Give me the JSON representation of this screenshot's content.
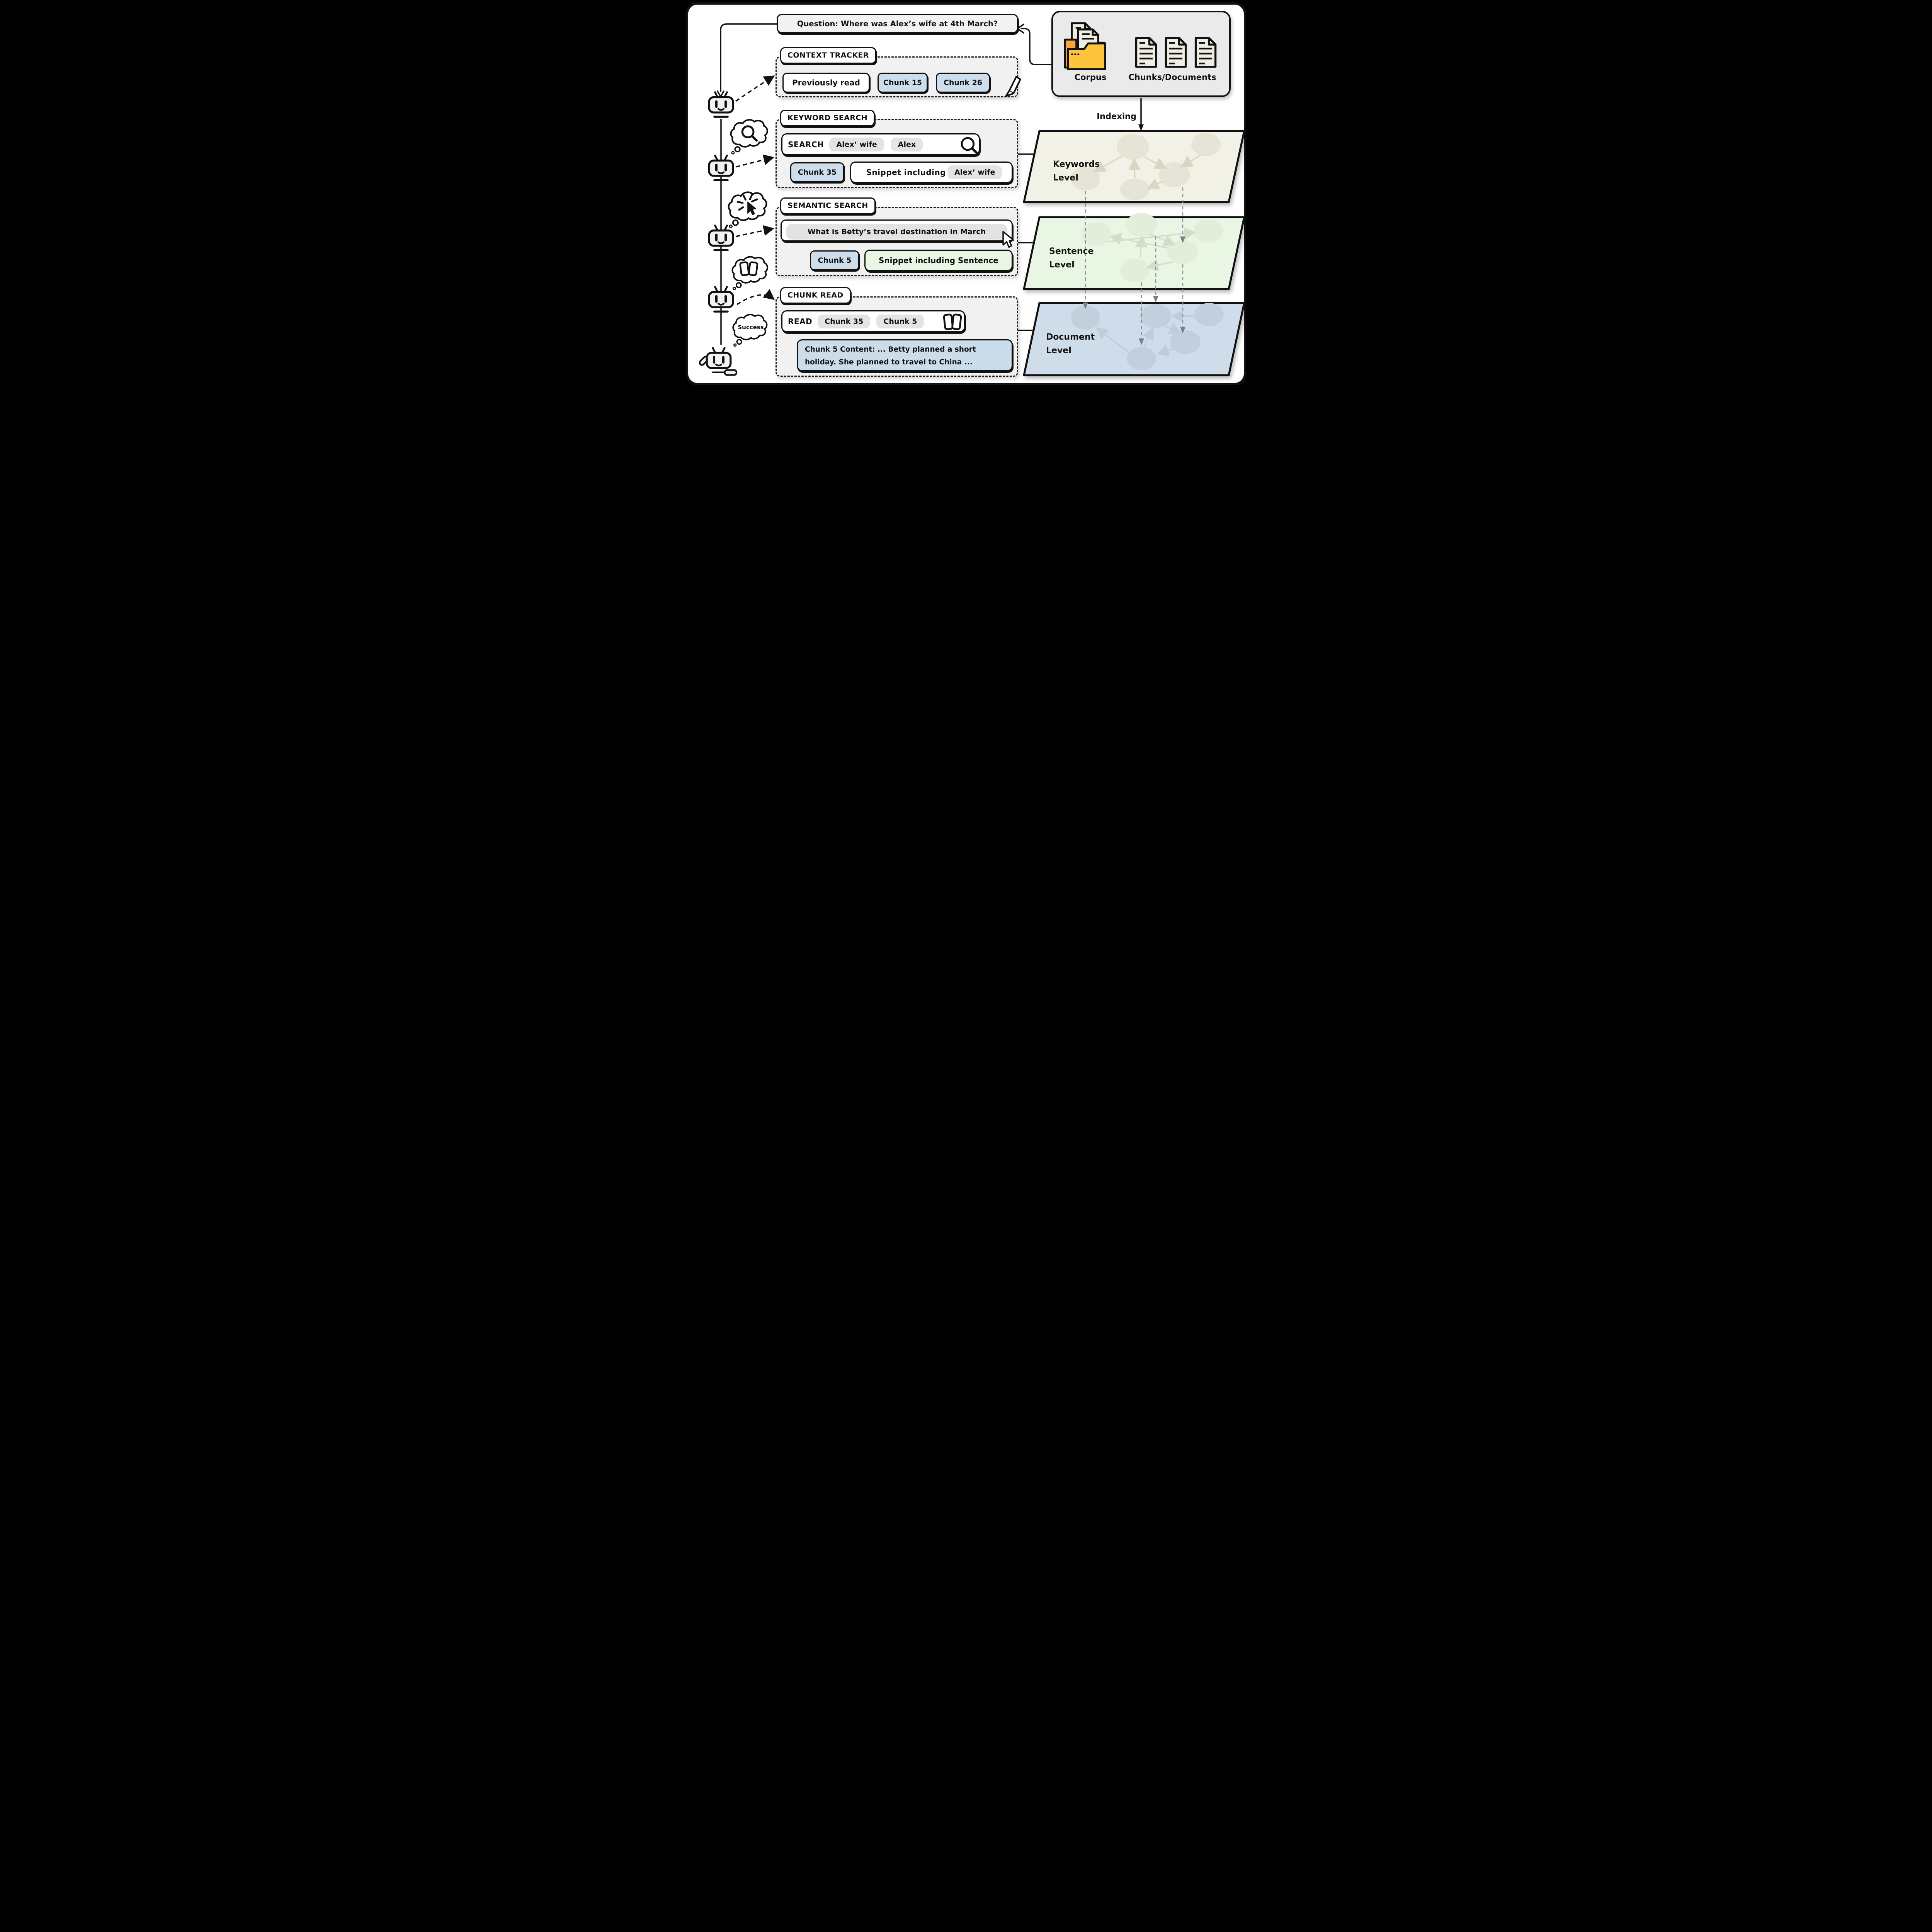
{
  "question": {
    "text": "Question: Where was Alex’s wife at 4th March?"
  },
  "corpus_panel": {
    "corpus_label": "Corpus",
    "documents_label": "Chunks/Documents"
  },
  "indexing": {
    "label": "Indexing"
  },
  "sections": {
    "context_tracker": {
      "title": "CONTEXT TRACKER",
      "previously_read_label": "Previously read",
      "chunks": [
        "Chunk 15",
        "Chunk 26"
      ]
    },
    "keyword_search": {
      "title": "KEYWORD SEARCH",
      "action_label": "SEARCH",
      "queries": [
        "Alex’ wife",
        "Alex"
      ],
      "result_chunk": "Chunk 35",
      "snippet_prefix": "Snippet including",
      "snippet_keyword": "Alex’ wife"
    },
    "semantic_search": {
      "title": "SEMANTIC SEARCH",
      "query": "What is Betty’s travel destination in March",
      "result_chunk": "Chunk 5",
      "snippet_label": "Snippet including Sentence"
    },
    "chunk_read": {
      "title": "CHUNK READ",
      "action_label": "READ",
      "read_chunks": [
        "Chunk 35",
        "Chunk 5"
      ],
      "content_line1": "Chunk 5 Content:  ... Betty planned a short",
      "content_line2": "holiday. She planned to travel to China ..."
    }
  },
  "levels": {
    "keywords": {
      "line1": "Keywords",
      "line2": "Level"
    },
    "sentence": {
      "line1": "Sentence",
      "line2": "Level"
    },
    "document": {
      "line1": "Document",
      "line2": "Level"
    }
  },
  "agent": {
    "success_label": "Success"
  },
  "colors": {
    "chunk_blue": "#cdddeb",
    "snippet_green": "#e9f6e3",
    "content_blue": "#cbdceb",
    "keywords_level": "#f2f1e5",
    "sentence_level": "#eaf6e4",
    "document_level": "#cfdce9",
    "folder_orange": "#ffc43d",
    "section_gray": "#f1f1f1"
  }
}
